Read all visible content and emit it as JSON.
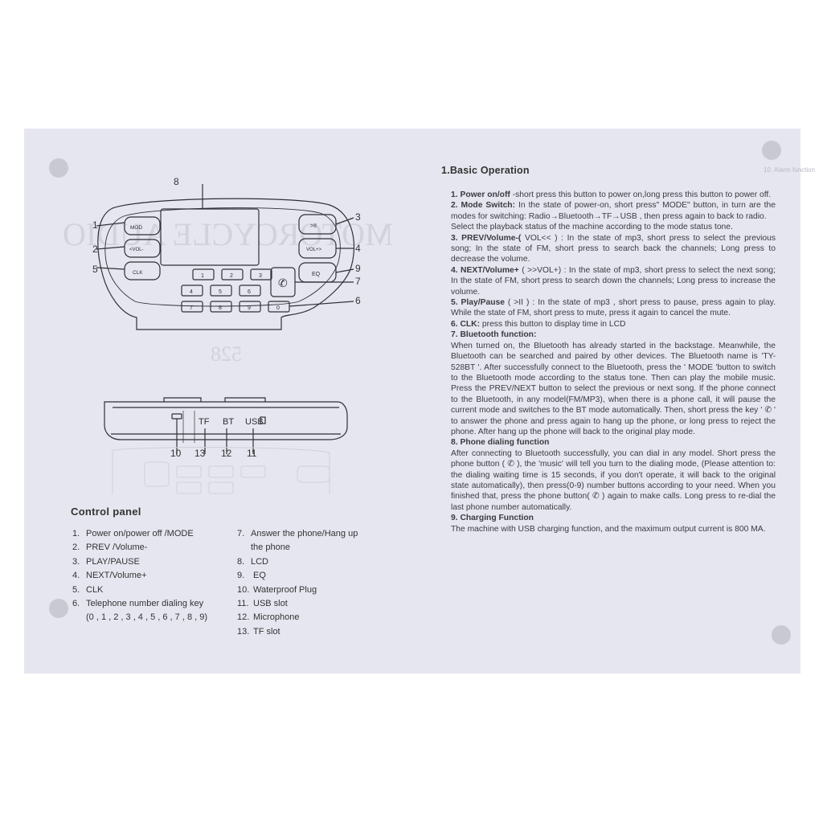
{
  "diagram": {
    "callouts": [
      "1",
      "2",
      "5",
      "8",
      "3",
      "4",
      "9",
      "7",
      "6",
      "10",
      "13",
      "12",
      "11"
    ],
    "keys": {
      "mod": "MOD",
      "vol_minus": "<VOL-",
      "clk": "CLK",
      "play": ">II",
      "vol_plus": "VOL+>",
      "eq": "EQ",
      "digits": [
        "1",
        "2",
        "3",
        "4",
        "5",
        "6",
        "7",
        "8",
        "9",
        "0"
      ]
    },
    "bottom_labels": {
      "tf": "TF",
      "bt": "BT",
      "usb": "USB"
    }
  },
  "ghost_text": {
    "title": "MOTORCYCLE AUDIO",
    "model": "528"
  },
  "control_panel": {
    "heading": "Control panel",
    "left_items": [
      {
        "num": "1.",
        "text": "Power on/power off /MODE"
      },
      {
        "num": "2.",
        "text": "PREV /Volume-"
      },
      {
        "num": "3.",
        "text": "PLAY/PAUSE"
      },
      {
        "num": "4.",
        "text": "NEXT/Volume+"
      },
      {
        "num": "5.",
        "text": "CLK"
      },
      {
        "num": "6.",
        "text": "Telephone number dialing key"
      }
    ],
    "left_continuation": "(0 , 1 , 2 , 3 , 4 , 5 , 6 , 7 , 8 , 9)",
    "right_items": [
      {
        "num": "7.",
        "text": "Answer the phone/Hang up"
      },
      {
        "num": "",
        "text": "the phone"
      },
      {
        "num": "8.",
        "text": "LCD"
      },
      {
        "num": "9.",
        "text": "EQ"
      },
      {
        "num": "10.",
        "text": "Waterproof Plug"
      },
      {
        "num": "11.",
        "text": "USB slot"
      },
      {
        "num": "12.",
        "text": "Microphone"
      },
      {
        "num": "13.",
        "text": "TF slot"
      }
    ]
  },
  "basic_operation": {
    "title": "1.Basic  Operation",
    "faint_header": "10. Alarm function",
    "sections": [
      {
        "head": "1. Power on/off",
        "body": " -short press this button to power on,long press this button to power off."
      },
      {
        "head": "2. Mode Switch:",
        "body": " In the state of power-on, short press\" MODE\" button, in turn are the modes for switching: Radio→Bluetooth→TF→USB , then press again to back to radio."
      },
      {
        "head": "",
        "body": "Select the playback status of the machine according to the mode status tone."
      },
      {
        "head": "3. PREV/Volume-(",
        "body": " VOL<< ) : In the state of mp3, short press to select the previous song; In the state of FM, short press to search back the channels; Long press to decrease the volume."
      },
      {
        "head": "4. NEXT/Volume+",
        "body": " ( >>VOL+) : In the state of mp3, short press to select the next song; In the state of FM, short press to search down the channels; Long press to increase the volume."
      },
      {
        "head": "5. Play/Pause",
        "body": " ( >II ) : In the state of mp3 , short press to pause, press again to play. While the state of FM, short press to mute, press it again to cancel the mute."
      },
      {
        "head": "6. CLK:",
        "body": " press this button to display time in LCD"
      },
      {
        "head": "7. Bluetooth function:",
        "body": ""
      },
      {
        "head": "",
        "body": "When turned on, the Bluetooth has already started in the backstage. Meanwhile, the Bluetooth can be searched and paired by other devices. The Bluetooth name is 'TY-528BT '. After successfully connect to the Bluetooth, press the ' MODE 'button to switch to the Bluetooth mode according to the status tone. Then can play the mobile music. Press the PREV/NEXT button to select the previous or next song. If the phone connect to the Bluetooth, in any model(FM/MP3), when there is a phone call, it will pause the current mode and switches to the BT mode automatically. Then, short press the key ' ✆ ' to answer the phone and press again to hang up the phone, or long press to reject the phone. After hang up the phone will back to the original play mode."
      },
      {
        "head": "8. Phone dialing function",
        "body": ""
      },
      {
        "head": "",
        "body": "After connecting to Bluetooth successfully, you can dial in any model. Short press the phone button ( ✆ ), the 'music' will tell you turn to the dialing mode, (Please attention to: the dialing waiting time is 15 seconds, if you don't operate, it will back to the original state automatically), then press(0-9) number buttons according to your need. When you finished that, press the phone button( ✆ ) again to make calls. Long press to re-dial the last phone number automatically."
      },
      {
        "head": "9. Charging Function",
        "body": ""
      },
      {
        "head": "",
        "body": "The machine with USB charging function, and the maximum output current is 800 MA."
      }
    ]
  },
  "colors": {
    "paper": "#e6e6f0",
    "ink": "#2e2e36",
    "ghost": "#d2d2dc",
    "hole": "#c9c9d3"
  }
}
